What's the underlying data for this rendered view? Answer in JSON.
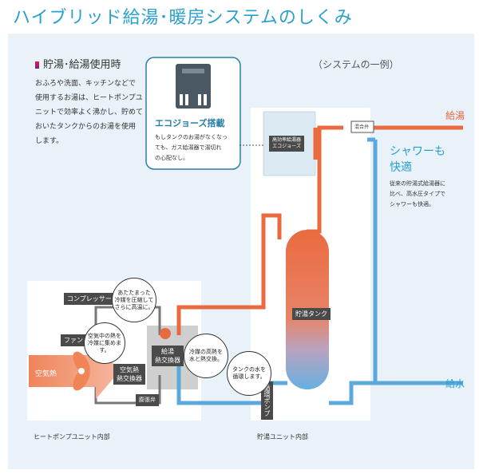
{
  "title": "ハイブリッド給湯･暖房システムのしくみ",
  "storage_section": {
    "heading": "貯湯･給湯使用時",
    "body": "おふろや洗面、キッチンなどで\n使用するお湯は、ヒートポンプユ\nニットで効率よく沸かし、貯めて\nおいたタンクからのお湯を使用\nします。"
  },
  "example_label": "（システムの一例）",
  "eco_jozu": {
    "heading": "エコジョーズ搭載",
    "body": "もしタンクのお湯がなくなっ\nても、ガス給湯器で湯切れ\nの心配なし。"
  },
  "high_eff_heater": "高効率給湯器\nエコジョーズ",
  "mixing_valve": "混合弁",
  "hot_supply": "給湯",
  "cold_supply": "給水",
  "shower": {
    "heading": "シャワーも\n快適",
    "body": "従来の貯湯式給湯器に\n比べ、高水圧タイプで\nシャワーも快適。"
  },
  "tank_label": "貯湯タンク",
  "circulation_pump": "循環ポンプ",
  "compressor": "コンプレッサー",
  "fan": "ファン",
  "air_heat": "空気熱",
  "air_heat_exchanger": "空気熱\n熱交換器",
  "water_heat_exchanger": "給湯\n熱交換器",
  "expansion_valve": "膨張弁",
  "callouts": {
    "compress": "あたたまった\n冷媒を圧縮して\nさらに高温に。",
    "collect": "空気中の熱を\n冷媒に集めます。",
    "exchange": "冷媒の高熱を\n水と熱交換。",
    "tank_water": "タンクの水を\n循環します。"
  },
  "hp_unit_label": "ヒートポンプユニット内部",
  "tank_unit_label": "貯湯ユニット内部",
  "colors": {
    "hot": "#ea6a40",
    "cold": "#5aa8dc",
    "accent": "#2aa0cc"
  }
}
